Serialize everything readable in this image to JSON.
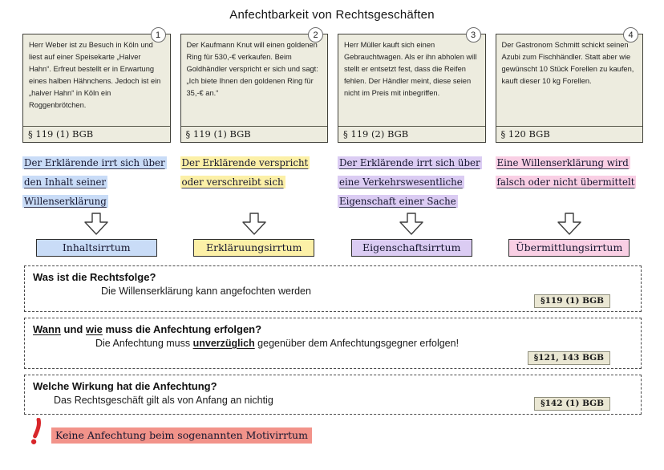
{
  "title": "Anfechtbarkeit von Rechtsgeschäften",
  "columns": [
    {
      "number": "1",
      "case_text": "Herr Weber ist zu Besuch in Köln und liest auf einer Speisekarte „Halver Hahn“. Erfreut bestellt er in Erwartung eines halben Hähnchens. Jedoch ist ein „halver Hahn“ in Köln ein Roggenbrötchen.",
      "law": "§ 119 (1) BGB",
      "rule_text": "Der Erklärende irrt sich über den Inhalt seiner Willenserklärung",
      "label": "Inhaltsirrtum",
      "highlight": "#c9dcf7"
    },
    {
      "number": "2",
      "case_text": "Der Kaufmann Knut will einen goldenen Ring für 530,-€ verkaufen. Beim Goldhändler verspricht er sich und sagt: „Ich biete Ihnen den goldenen Ring für 35,-€ an.“",
      "law": "§ 119 (1) BGB",
      "rule_text": "Der Erklärende verspricht oder verschreibt sich",
      "label": "Erkläruungsirrtum",
      "highlight": "#fcf0a7"
    },
    {
      "number": "3",
      "case_text": "Herr Müller kauft sich einen Gebrauchtwagen. Als er ihn abholen will stellt er entsetzt fest, dass die Reifen fehlen. Der Händler meint, diese seien nicht im Preis mit inbegriffen.",
      "law": "§ 119 (2) BGB",
      "rule_text": "Der Erklärende irrt sich über eine Verkehrswesentliche Eigenschaft einer Sache",
      "label": "Eigenschaftsirrtum",
      "highlight": "#dbccf3"
    },
    {
      "number": "4",
      "case_text": "Der Gastronom Schmitt schickt seinen Azubi zum Fischhändler. Statt aber wie gewünscht 10 Stück Forellen zu kaufen, kauft dieser 10 kg Forellen.",
      "law": "§ 120 BGB",
      "rule_text": "Eine Willenserklärung wird falsch oder nicht übermittelt",
      "label": "Übermittlungsirrtum",
      "highlight": "#f9cfe4"
    }
  ],
  "sections": [
    {
      "title_parts": [
        "Was ist die Rechtsfolge?"
      ],
      "answer_parts": [
        "Die Willenserklärung kann angefochten werden"
      ],
      "badge": "§119 (1) BGB"
    },
    {
      "title_parts": [
        "Wann",
        " und ",
        "wie",
        " muss die Anfechtung erfolgen?"
      ],
      "answer_parts": [
        "Die Anfechtung muss ",
        "unverzüglich",
        " gegenüber dem Anfechtungsgegner erfolgen!"
      ],
      "badge": "§121, 143 BGB"
    },
    {
      "title_parts": [
        "Welche Wirkung hat die Anfechtung?"
      ],
      "answer_parts": [
        "Das Rechtsgeschäft gilt als von Anfang an nichtig"
      ],
      "badge": "§142 (1) BGB"
    }
  ],
  "note": {
    "text": "Keine Anfechtung beim sogenannten Motivirrtum",
    "highlight": "#f2938a",
    "icon_color": "#d8262a"
  },
  "colors": {
    "card_background": "#edecdf",
    "badge_background": "#eae7d3"
  }
}
